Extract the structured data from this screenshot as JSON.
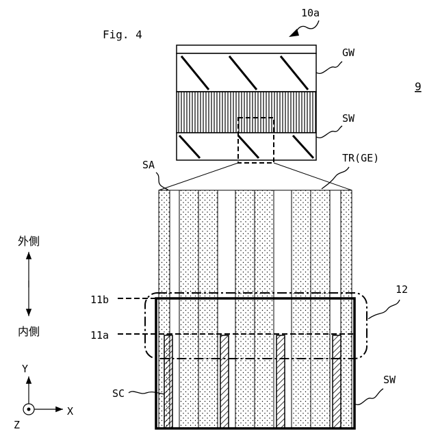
{
  "figure": {
    "title": "Fig. 4",
    "figure_number": "9"
  },
  "labels": {
    "chip": "10a",
    "gw": "GW",
    "sw_top": "SW",
    "sa": "SA",
    "tr": "TR(GE)",
    "line_11b": "11b",
    "line_11a": "11a",
    "region_12": "12",
    "sc": "SC",
    "sw_bottom": "SW"
  },
  "direction": {
    "outer": "外側",
    "inner": "内側"
  },
  "axes": {
    "y": "Y",
    "x": "X",
    "z": "Z"
  },
  "colors": {
    "ink": "#000000",
    "paper": "#ffffff"
  }
}
